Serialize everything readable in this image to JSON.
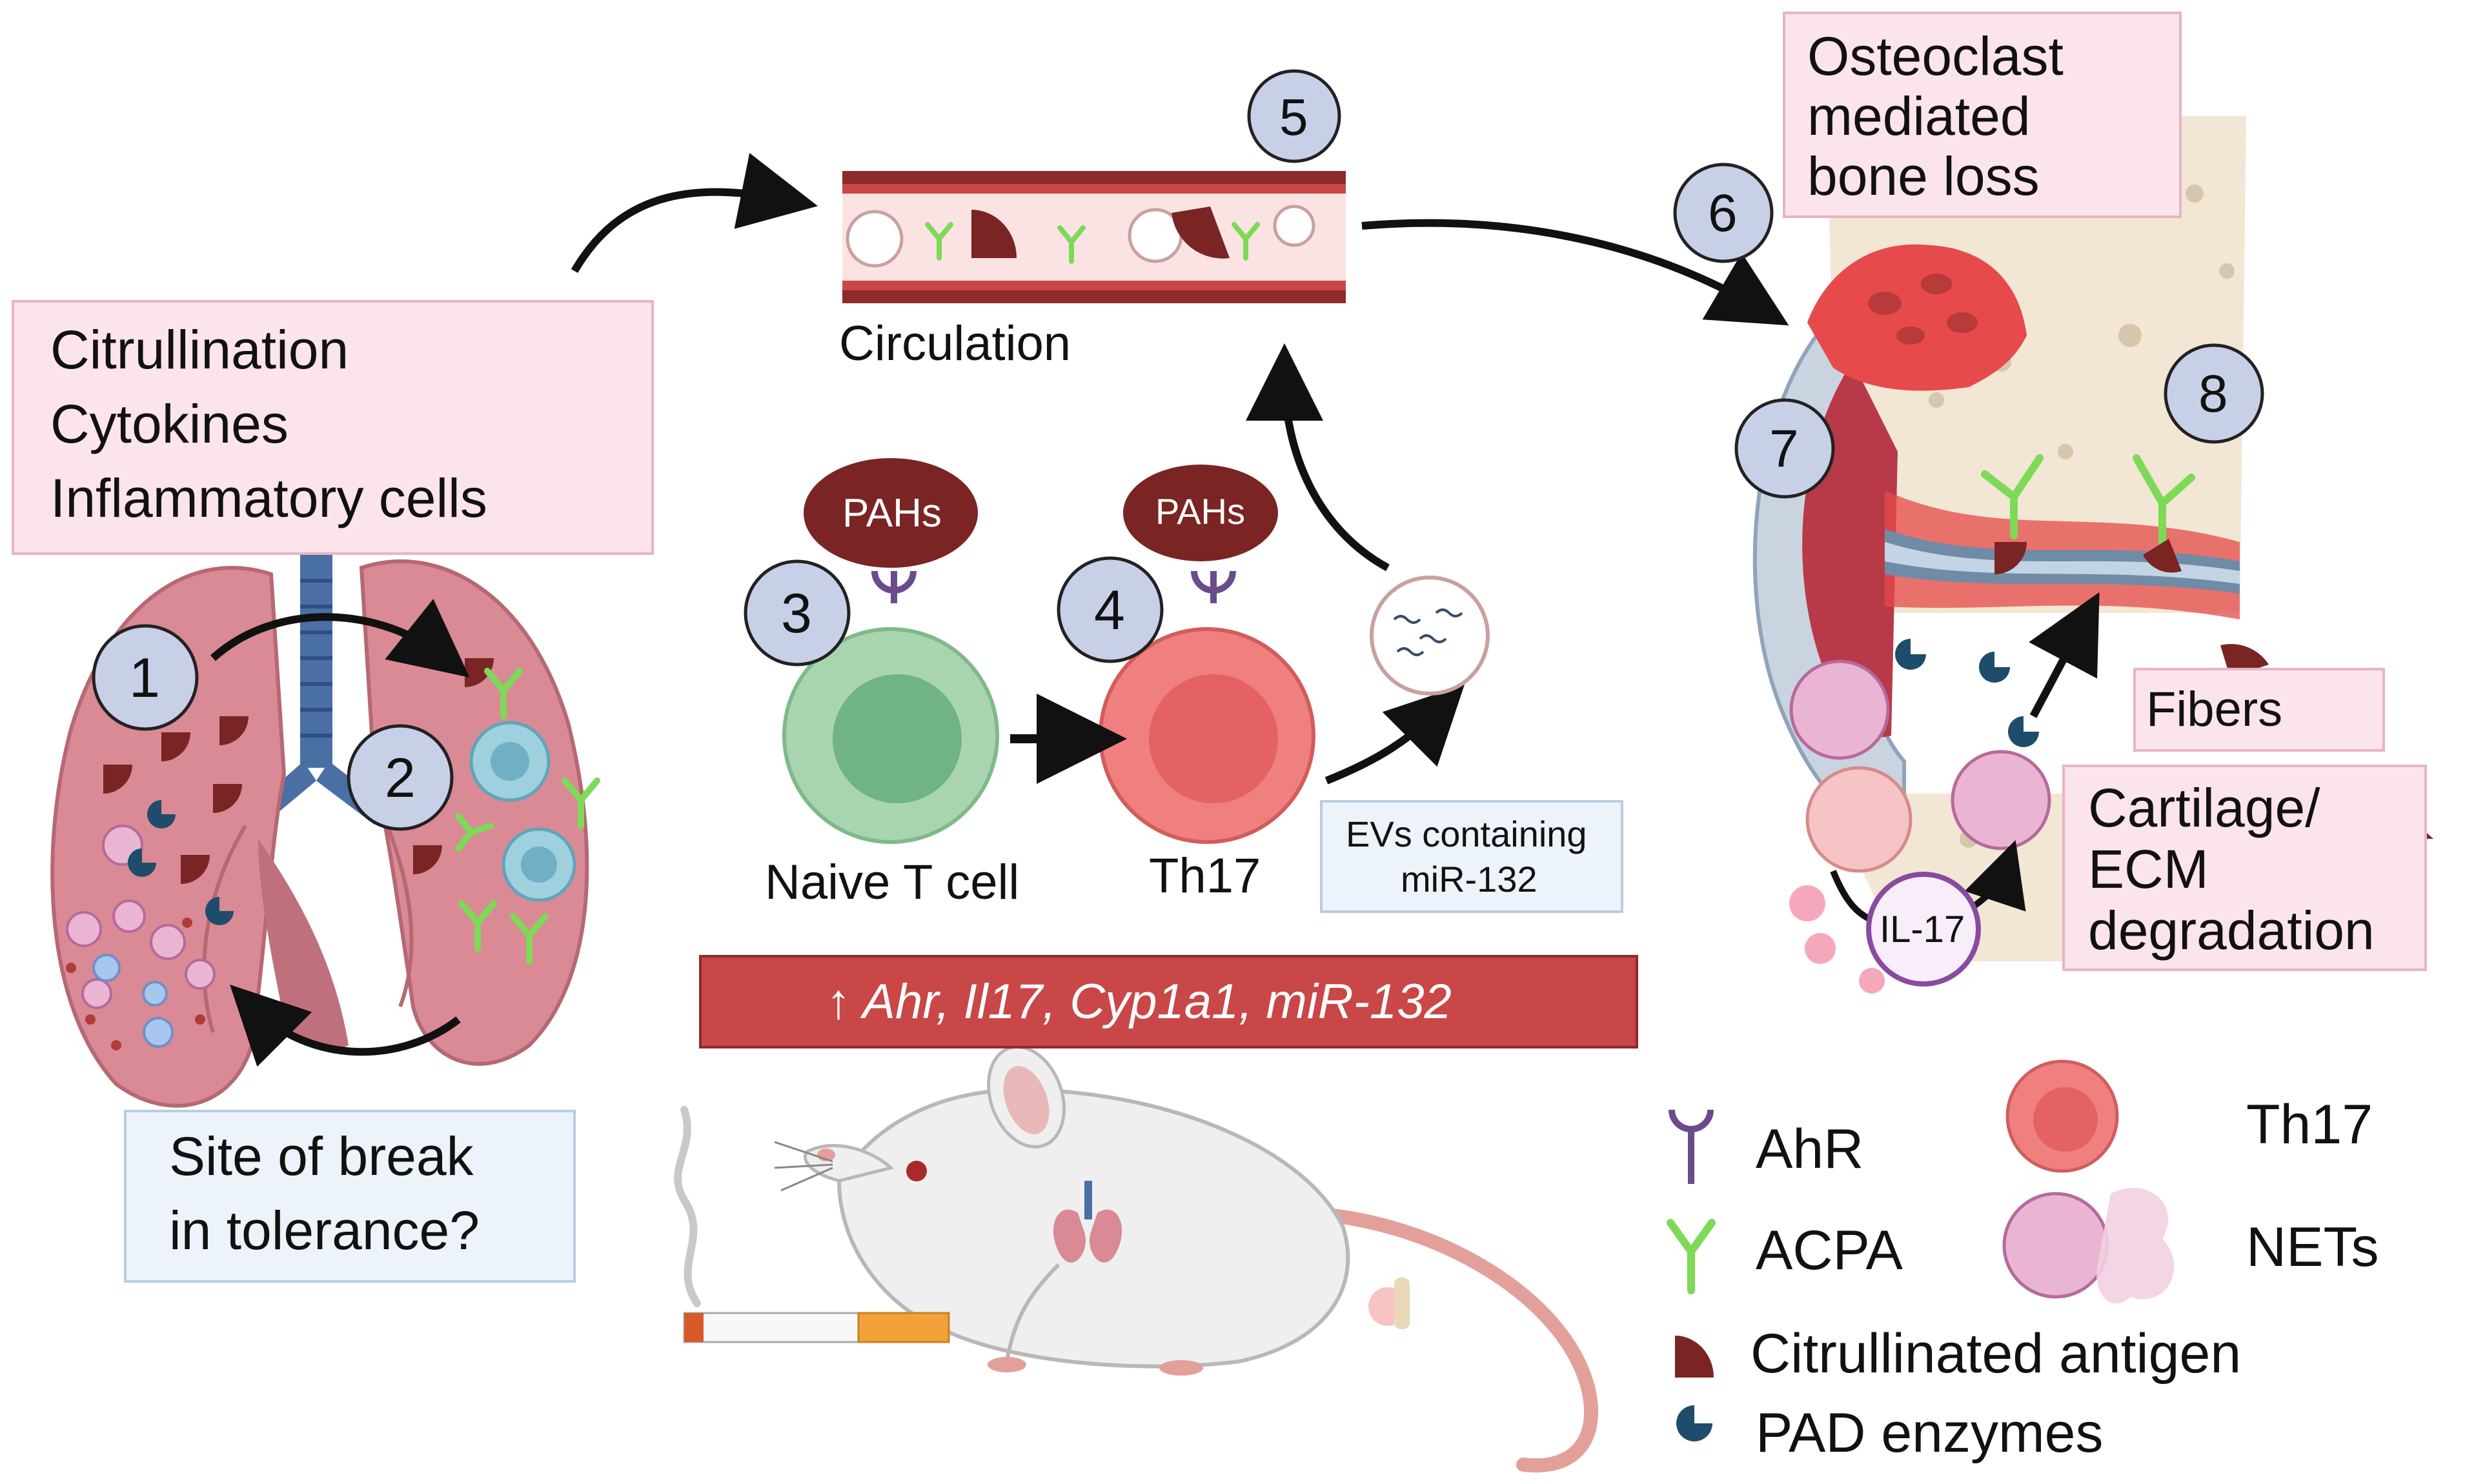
{
  "lung_box": {
    "lines": [
      "Citrullination",
      "Cytokines",
      "Inflammatory cells"
    ]
  },
  "tolerance_box": {
    "lines": [
      "Site of break",
      "in tolerance?"
    ]
  },
  "circulation_label": "Circulation",
  "pahs_label": "PAHs",
  "naive_label": "Naive T cell",
  "th17_label": "Th17",
  "evs_box": {
    "lines": [
      "EVs containing",
      "miR-132"
    ]
  },
  "gene_bar": "↑ Ahr, Il17,  Cyp1a1, miR-132",
  "osteo_box": {
    "lines": [
      "Osteoclast",
      "mediated",
      "bone loss"
    ]
  },
  "fibers_label": "Fibers",
  "cartilage_box": {
    "lines": [
      "Cartilage/",
      "ECM",
      "degradation"
    ]
  },
  "il17_label": "IL-17",
  "steps": [
    "1",
    "2",
    "3",
    "4",
    "5",
    "6",
    "7",
    "8"
  ],
  "legend": {
    "ahr": "AhR",
    "acpa": "ACPA",
    "th17": "Th17",
    "nets": "NETs",
    "citrullinated": "Citrullinated antigen",
    "pad": "PAD enzymes"
  },
  "colors": {
    "dark_red": "#7a2424",
    "lung_pink": "#d98a94",
    "acpa_green": "#7ed957",
    "ahr_purple": "#6a4c8c",
    "naive_green": "#a8d5b0",
    "th17_red": "#f08080",
    "circle_blue": "#c8d0e8"
  }
}
